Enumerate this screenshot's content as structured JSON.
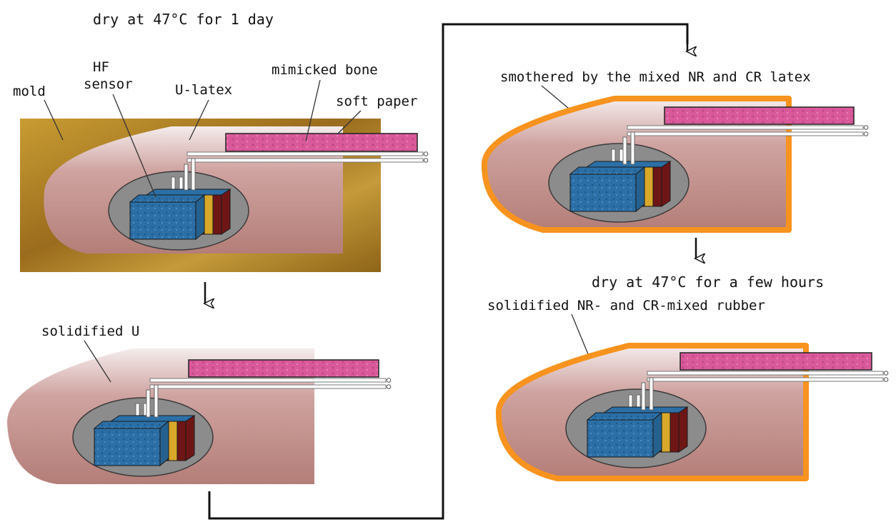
{
  "steps": {
    "step1_title": "dry at 47°C for 1 day",
    "mold_label": "mold",
    "hf_sensor_line1": "HF",
    "hf_sensor_line2": "sensor",
    "u_latex_label": "U-latex",
    "bone_label": "mimicked bone",
    "paper_label": "soft paper",
    "solidified_u_label": "solidified U",
    "smothered_label": "smothered by the mixed NR and CR latex",
    "step2_title": "dry at 47°C for a few hours",
    "solidified_rubber_label": "solidified NR- and CR-mixed rubber"
  },
  "colors": {
    "mold": "#b8902c",
    "finger_flesh": "#b7827c",
    "finger_highlight": "#f4ecec",
    "rubber_coat": "#f7931e",
    "bone": "#d9599a",
    "sensor_blue": "#2b6fa6",
    "sensor_dark_red": "#6e1616",
    "sensor_gold": "#d8a82a",
    "ellipse_gray": "#8c8c8c",
    "arrow": "#111111"
  }
}
